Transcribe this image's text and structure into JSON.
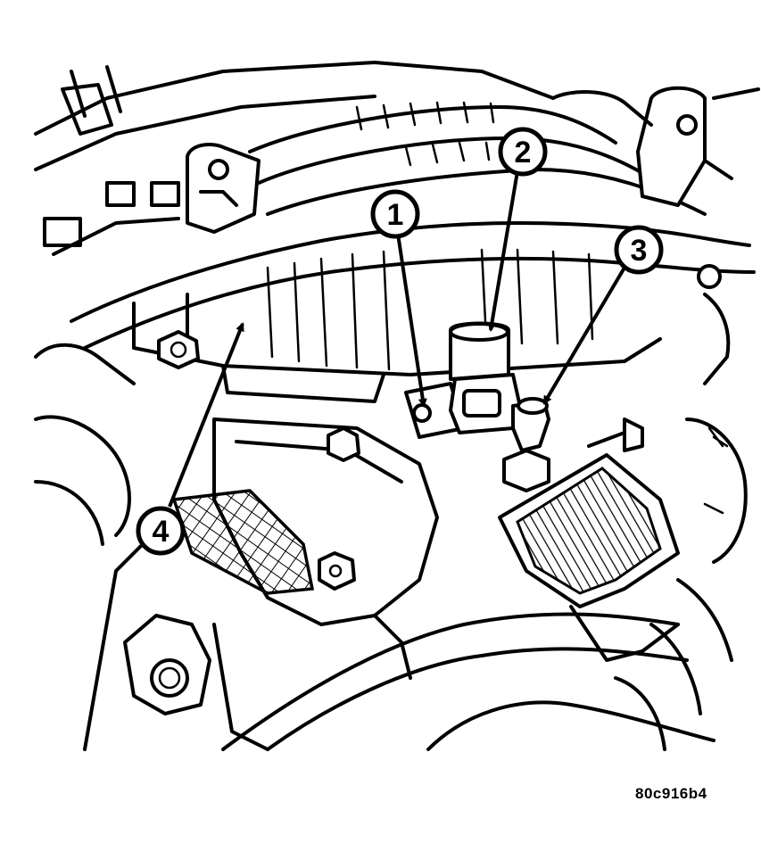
{
  "figure_id": "80c916b4",
  "callouts": [
    {
      "label": "1"
    },
    {
      "label": "2"
    },
    {
      "label": "3"
    },
    {
      "label": "4"
    }
  ],
  "colors": {
    "ink": "#000000",
    "paper": "#ffffff"
  }
}
